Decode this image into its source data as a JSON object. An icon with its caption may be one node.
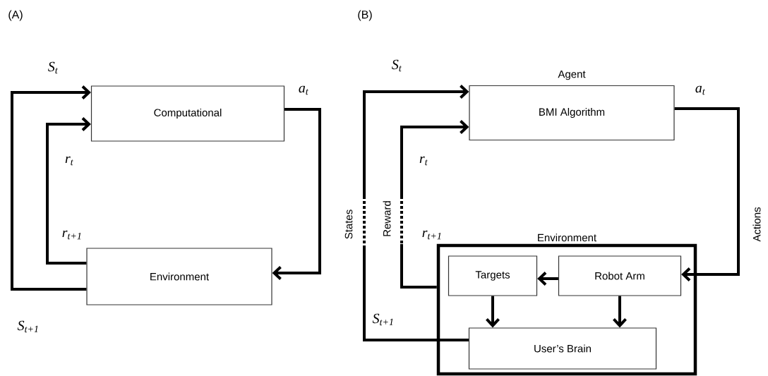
{
  "diagram": {
    "nodes": [
      {
        "text": [
          "Computational"
        ]
      },
      {
        "text": [
          "Environment"
        ]
      },
      {
        "text": [
          "Agent",
          "BMI Algorithm"
        ]
      },
      {
        "text": [
          "Environment"
        ]
      },
      {
        "text": [
          "Targets"
        ],
        "in": 3
      },
      {
        "text": [
          "Robot Arm"
        ],
        "in": 3
      },
      {
        "text": [
          "User’s Brain"
        ],
        "in": 3
      }
    ],
    "edges": [
      {
        "from": 0,
        "to": 1,
        "arrow": "to",
        "label": "a$_{t}$"
      },
      {
        "from": 1,
        "to": 0,
        "arrow": "to",
        "label": "r$_{t}$"
      },
      {
        "from": 1,
        "to": 0,
        "arrow": "to",
        "label": "S$_{t}$"
      },
      {
        "from": 2,
        "to": 5,
        "arrow": "to",
        "label": "a$_{t}$"
      },
      {
        "from": 3,
        "to": 2,
        "arrow": "to",
        "label": "r$_{t}$"
      },
      {
        "from": 6,
        "to": 2,
        "arrow": "to",
        "label": "S$_{t}$"
      },
      {
        "from": 5,
        "to": 4,
        "arrow": "to"
      },
      {
        "from": 4,
        "to": 6,
        "arrow": "to"
      },
      {
        "from": 5,
        "to": 6,
        "arrow": "to"
      }
    ],
    "labels": [
      "(A)",
      "(B)",
      "r$_{t+1}$",
      "S$_{t+1}$",
      "States",
      "Reward",
      "r$_{t+1}$",
      "S$_{t+1}$",
      "Actions"
    ]
  }
}
